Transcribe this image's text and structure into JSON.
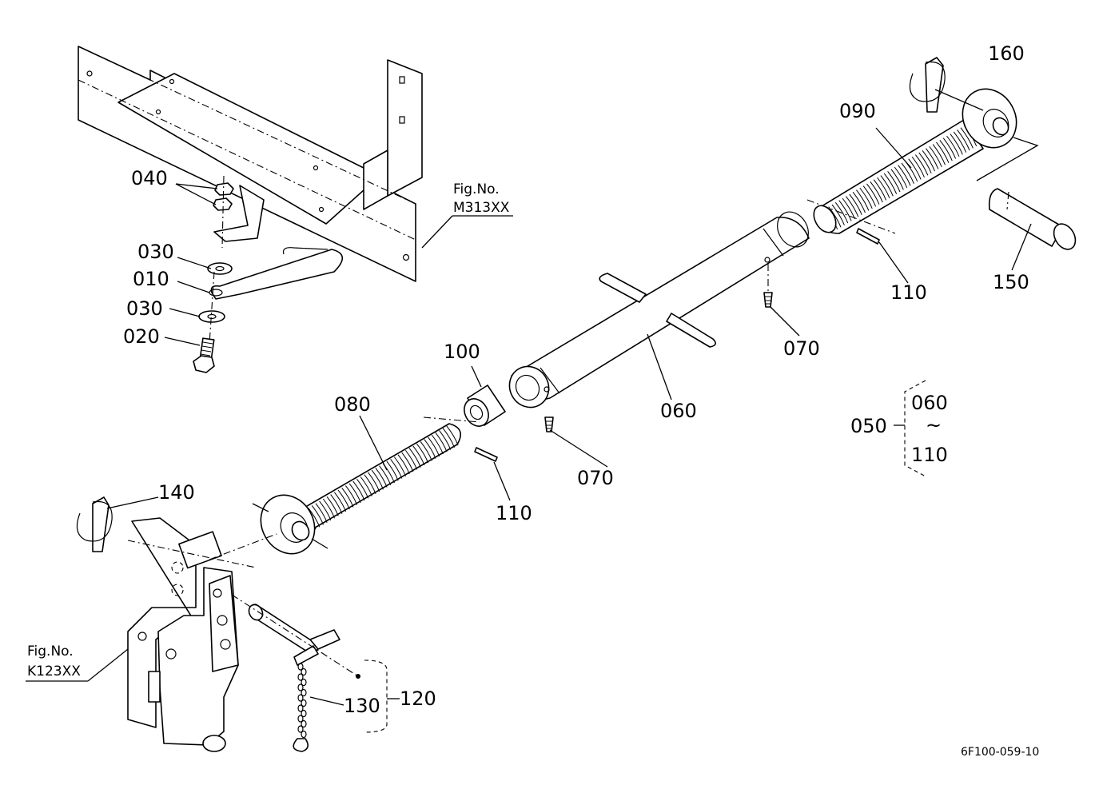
{
  "labels": {
    "p010": "010",
    "p020": "020",
    "p030a": "030",
    "p030b": "030",
    "p040": "040",
    "p050": "050",
    "p060": "060",
    "p070a": "070",
    "p070b": "070",
    "p080": "080",
    "p090": "090",
    "p100": "100",
    "p110a": "110",
    "p110b": "110",
    "p120": "120",
    "p130": "130",
    "p140": "140",
    "p150": "150",
    "p160": "160"
  },
  "group": {
    "label": "050",
    "range_from": "060",
    "range_sep": "~",
    "range_to": "110"
  },
  "figure_refs": {
    "upper": {
      "line1": "Fig.No.",
      "line2": "M313XX"
    },
    "lower": {
      "line1": "Fig.No.",
      "line2": "K123XX"
    }
  },
  "drawing_code": "6F100-059-10"
}
